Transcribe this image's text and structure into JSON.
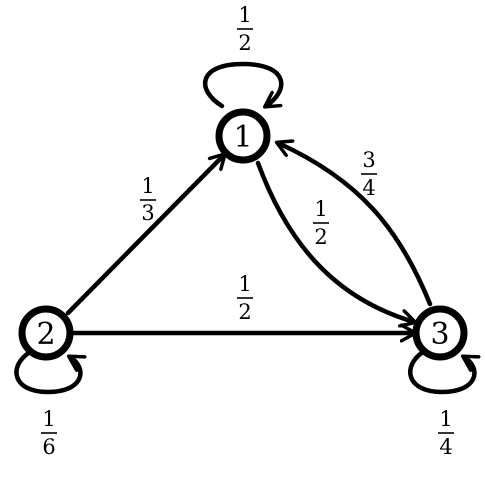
{
  "nodes": [
    {
      "id": "n1",
      "label": "1"
    },
    {
      "id": "n2",
      "label": "2"
    },
    {
      "id": "n3",
      "label": "3"
    }
  ],
  "edges": [
    {
      "id": "e11",
      "from": "1",
      "to": "1",
      "num": "1",
      "den": "2"
    },
    {
      "id": "e21",
      "from": "2",
      "to": "1",
      "num": "1",
      "den": "3"
    },
    {
      "id": "e13",
      "from": "1",
      "to": "3",
      "num": "1",
      "den": "2"
    },
    {
      "id": "e31",
      "from": "3",
      "to": "1",
      "num": "3",
      "den": "4"
    },
    {
      "id": "e23",
      "from": "2",
      "to": "3",
      "num": "1",
      "den": "2"
    },
    {
      "id": "e22",
      "from": "2",
      "to": "2",
      "num": "1",
      "den": "6"
    },
    {
      "id": "e33",
      "from": "3",
      "to": "3",
      "num": "1",
      "den": "4"
    }
  ],
  "colors": {
    "stroke": "#000000",
    "background": "#ffffff"
  }
}
